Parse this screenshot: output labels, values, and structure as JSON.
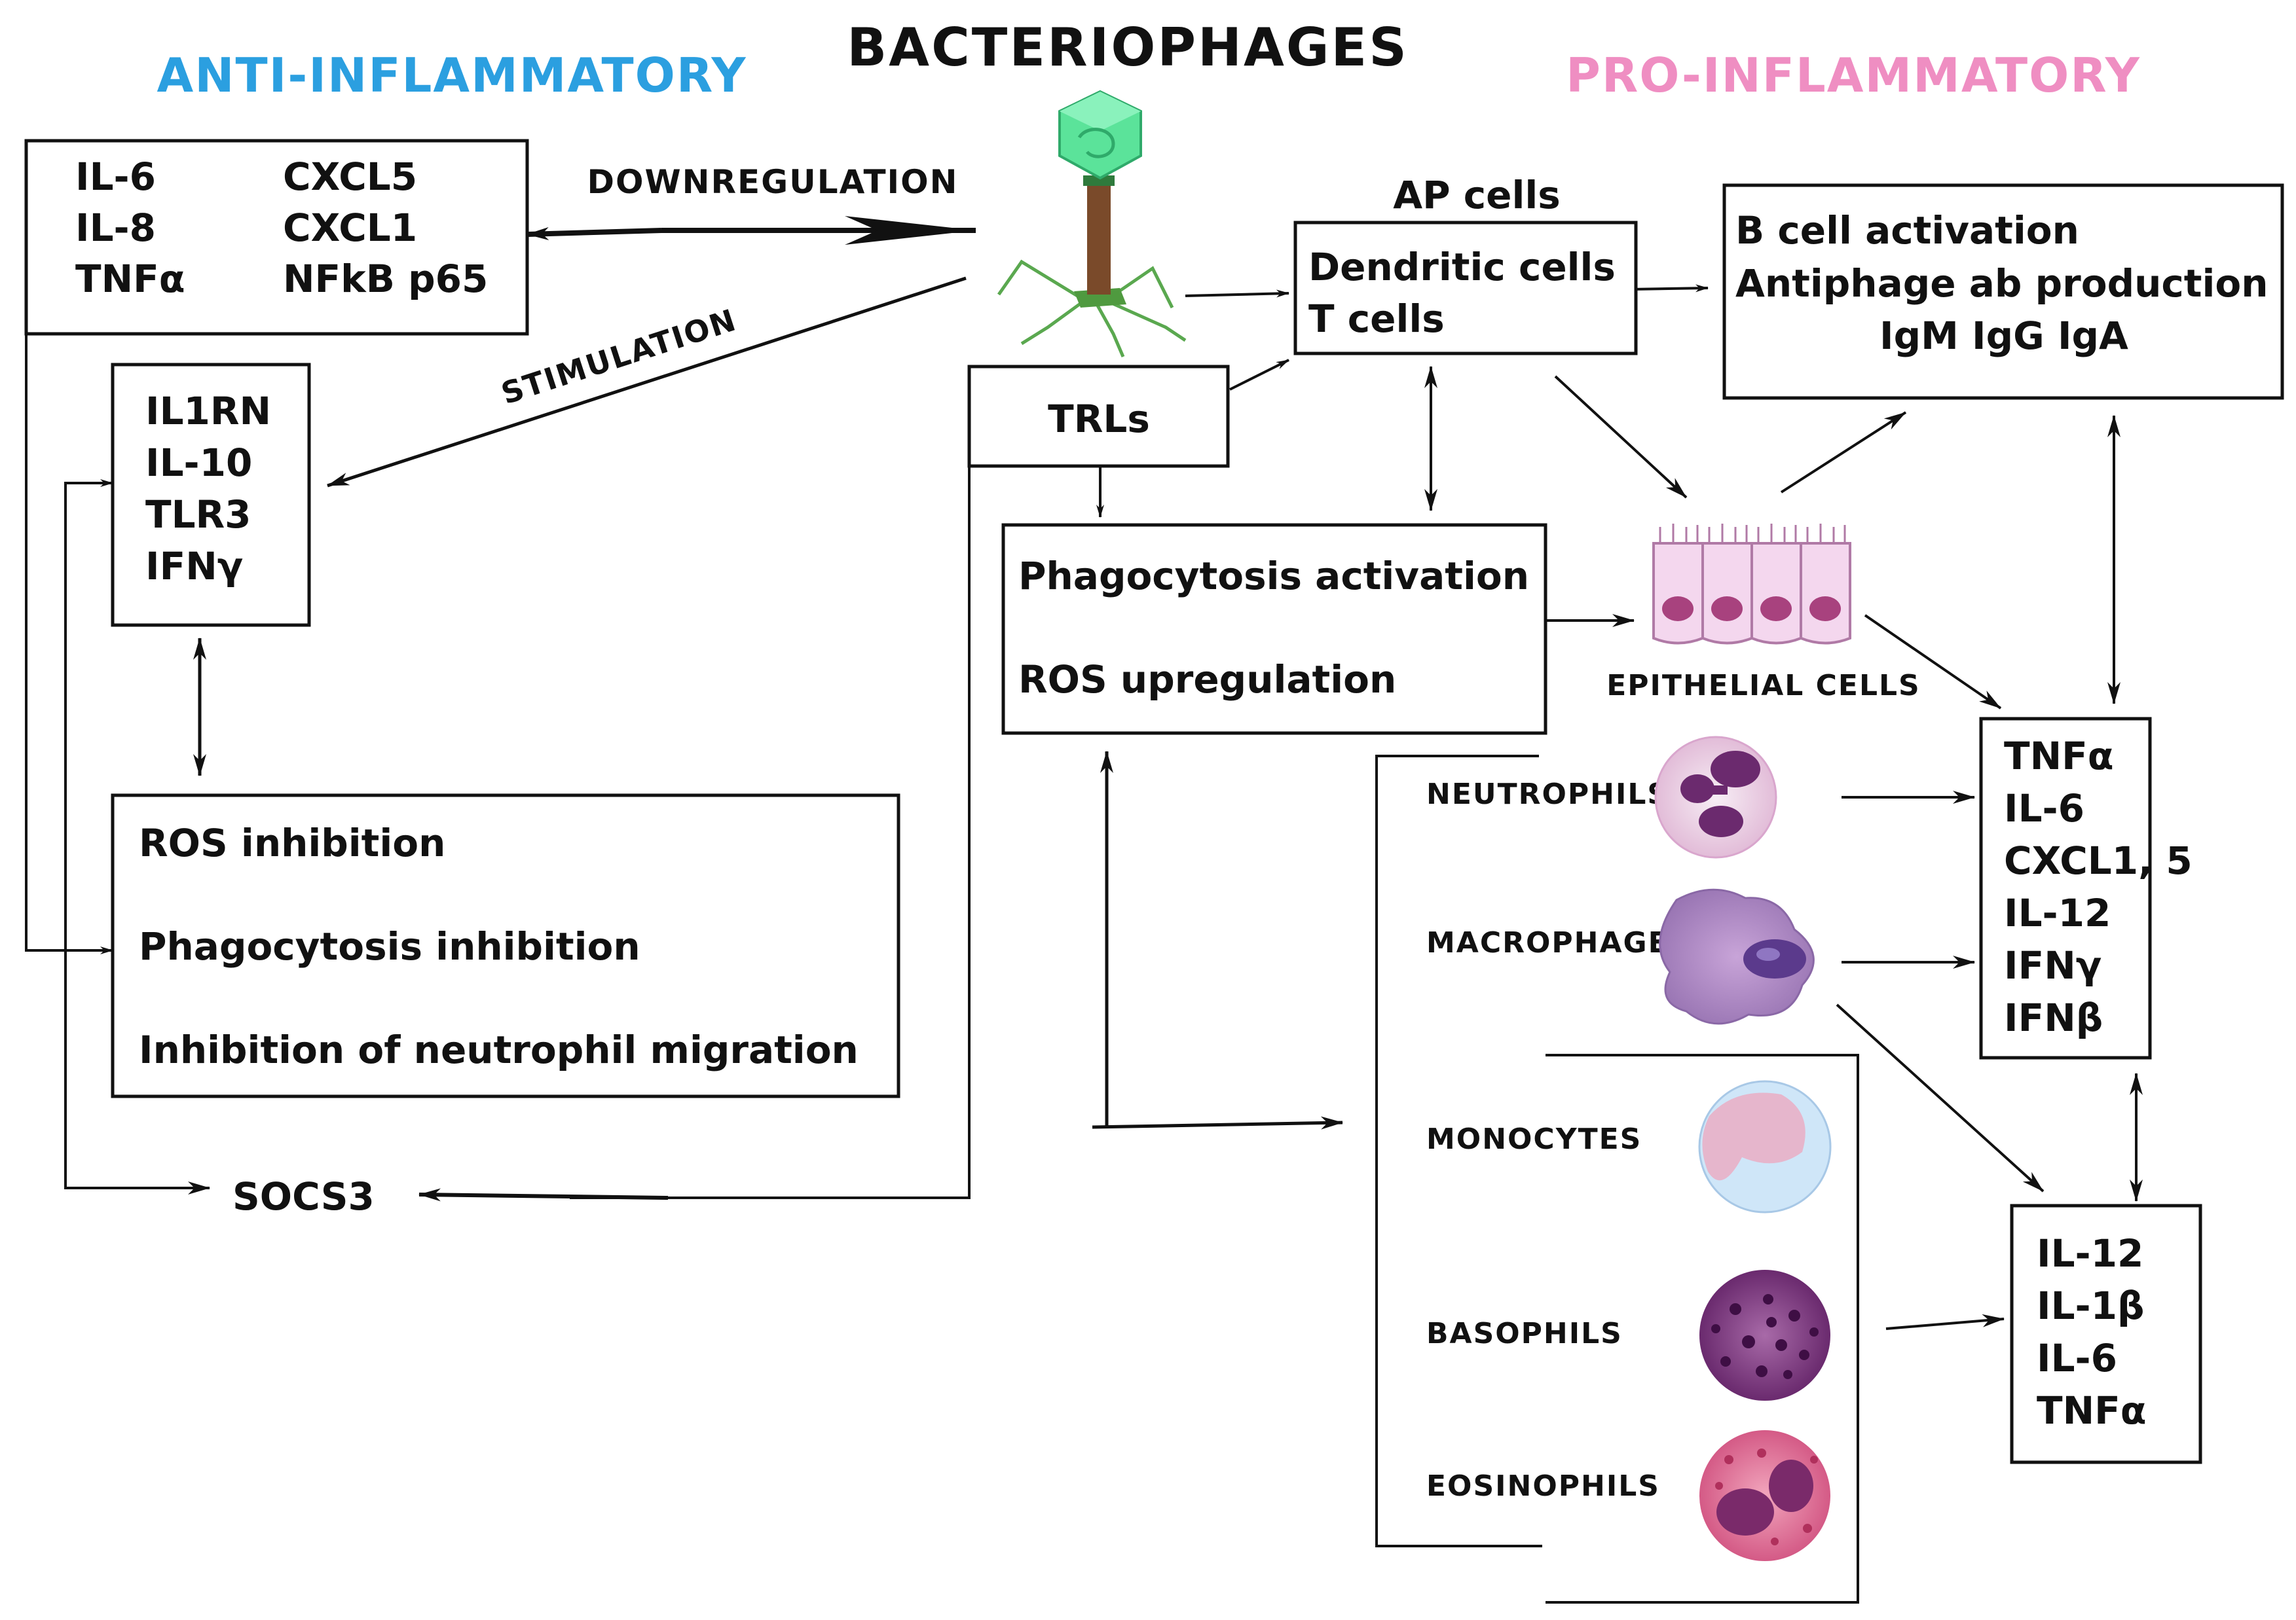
{
  "title": "BACTERIOPHAGES",
  "headers": {
    "anti": "ANTI-INFLAMMATORY",
    "pro": "PRO-INFLAMMATORY"
  },
  "colors": {
    "anti": "#2b9fe0",
    "pro": "#ef8ec2",
    "phage_head": "#5be39a",
    "phage_tail": "#7a4a2a",
    "phage_legs": "#5aa84f"
  },
  "arrows": {
    "downregulation": "DOWNREGULATION",
    "stimulation": "STIMULATION"
  },
  "boxes": {
    "downregulated": [
      "IL-6",
      "IL-8",
      "TNFα",
      "CXCL5",
      "CXCL1",
      "NFkB p65"
    ],
    "stimulated": [
      "IL1RN",
      "IL-10",
      "TLR3",
      "IFNγ"
    ],
    "inhibition": [
      "ROS inhibition",
      "Phagocytosis inhibition",
      "Inhibition of neutrophil migration"
    ],
    "socs3": "SOCS3",
    "trls": "TRLs",
    "ap_title": "AP cells",
    "ap_cells": [
      "Dendritic cells",
      "T cells"
    ],
    "b_cell": [
      "B cell activation",
      "Antiphage ab production",
      "IgM IgG IgA"
    ],
    "phagocytosis": [
      "Phagocytosis activation",
      "ROS upregulation"
    ],
    "epithelial": "EPITHELIAL CELLS",
    "cytokines_1": [
      "TNFα",
      "IL-6",
      "CXCL1, 5",
      "IL-12",
      "IFNγ",
      "IFNβ"
    ],
    "cytokines_2": [
      "IL-12",
      "IL-1β",
      "IL-6",
      "TNFα"
    ]
  },
  "cells": [
    {
      "label": "NEUTROPHILS",
      "icon": "neutrophil-icon"
    },
    {
      "label": "MACROPHAGES",
      "icon": "macrophage-icon"
    },
    {
      "label": "MONOCYTES",
      "icon": "monocyte-icon"
    },
    {
      "label": "BASOPHILS",
      "icon": "basophil-icon"
    },
    {
      "label": "EOSINOPHILS",
      "icon": "eosinophil-icon"
    }
  ]
}
